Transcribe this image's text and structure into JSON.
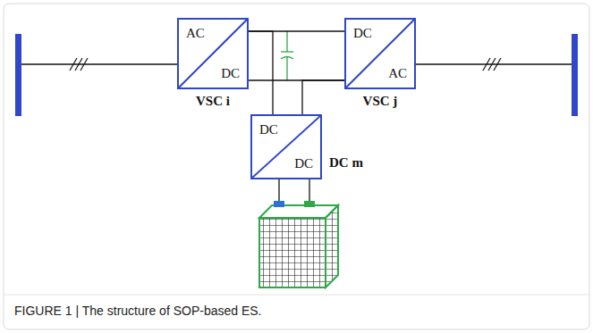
{
  "diagram": {
    "caption": "FIGURE 1 | The structure of SOP-based ES.",
    "nodes": [
      {
        "text": [
          "AC",
          "DC",
          "VSC i"
        ]
      },
      {
        "text": [
          "DC",
          "AC",
          "VSC j"
        ]
      },
      {
        "text": [
          "DC",
          "DC",
          "DC m"
        ]
      }
    ],
    "edges": [
      {
        "from": 0,
        "to": 1,
        "arrow": "none"
      },
      {
        "from": 0,
        "to": 1,
        "arrow": "none"
      },
      {
        "from": 0,
        "to": 2,
        "arrow": "none"
      },
      {
        "from": 1,
        "to": 2,
        "arrow": "none"
      }
    ]
  }
}
